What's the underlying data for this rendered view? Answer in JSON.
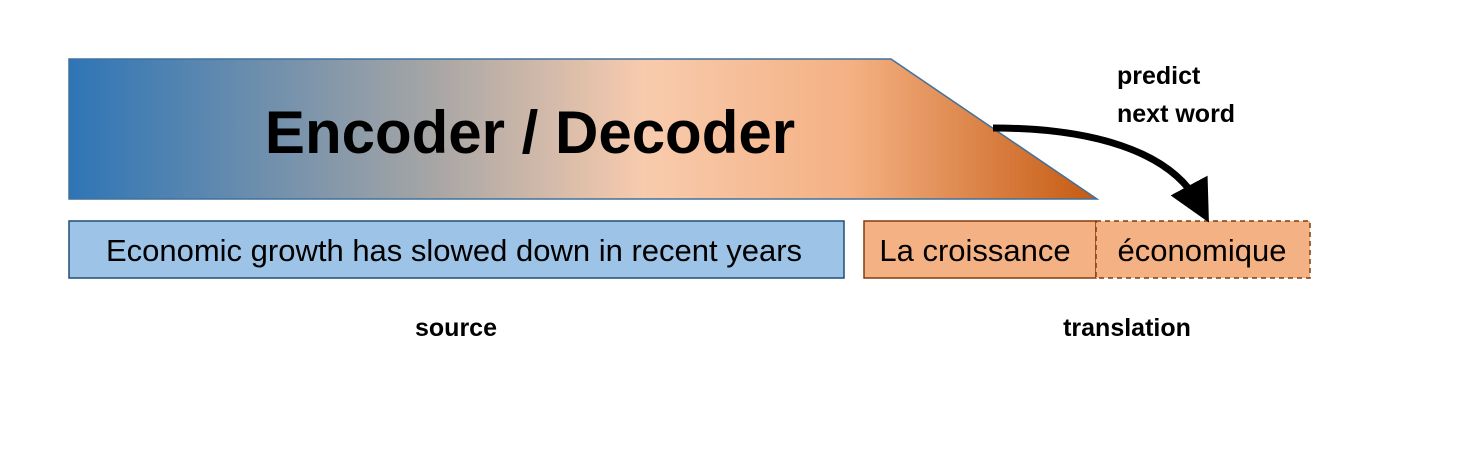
{
  "model": {
    "title": "Encoder / Decoder",
    "gradient": [
      "#2E75B6",
      "#A5A5A5",
      "#F8CBAD",
      "#F4B183",
      "#C55A11"
    ]
  },
  "source": {
    "sentence": "Economic growth has slowed down in recent years",
    "label": "source",
    "fill": "#9DC3E6",
    "stroke": "#1F4E79"
  },
  "translation": {
    "word_1": "La croissance",
    "word_2": "économique",
    "label": "translation",
    "fill": "#F4B183",
    "stroke": "#843C0C"
  },
  "annotation": {
    "line_1": "predict",
    "line_2": "next word"
  }
}
